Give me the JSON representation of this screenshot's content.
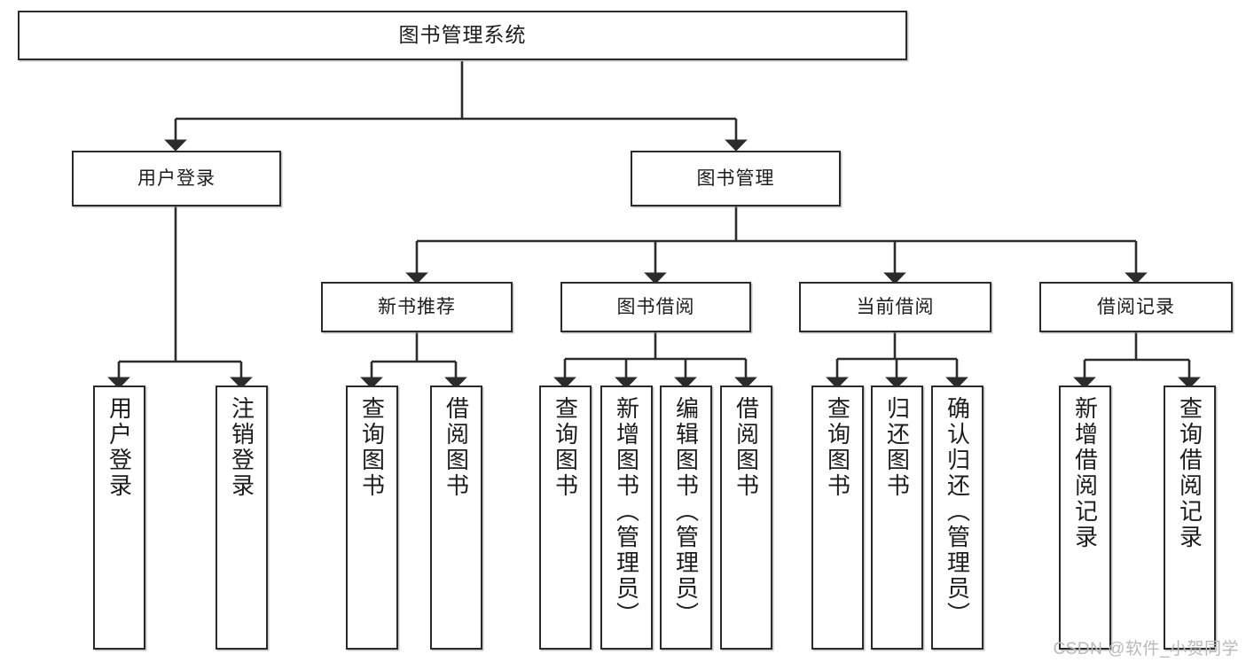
{
  "diagram": {
    "title": "图书管理系统",
    "type": "tree",
    "nodes": {
      "root": {
        "label": "图书管理系统"
      },
      "level2": [
        {
          "label": "用户登录"
        },
        {
          "label": "图书管理"
        }
      ],
      "level3": [
        {
          "label": "新书推荐"
        },
        {
          "label": "图书借阅"
        },
        {
          "label": "当前借阅"
        },
        {
          "label": "借阅记录"
        }
      ],
      "leaves_user_login": [
        {
          "label": "用户登录"
        },
        {
          "label": "注销登录"
        }
      ],
      "leaves_new_book": [
        {
          "label": "查询图书"
        },
        {
          "label": "借阅图书"
        }
      ],
      "leaves_borrow": [
        {
          "label": "查询图书"
        },
        {
          "label": "新增图书（管理员）"
        },
        {
          "label": "编辑图书（管理员）"
        },
        {
          "label": "借阅图书"
        }
      ],
      "leaves_current": [
        {
          "label": "查询图书"
        },
        {
          "label": "归还图书"
        },
        {
          "label": "确认归还（管理员）"
        }
      ],
      "leaves_record": [
        {
          "label": "新增借阅记录"
        },
        {
          "label": "查询借阅记录"
        }
      ]
    },
    "colors": {
      "stroke": "#2b2b2b",
      "fill": "#ffffff",
      "text": "#1c1c1c",
      "watermark": "#b9b9b9"
    }
  },
  "watermark": {
    "text": "CSDN @软件_小贺同学"
  }
}
